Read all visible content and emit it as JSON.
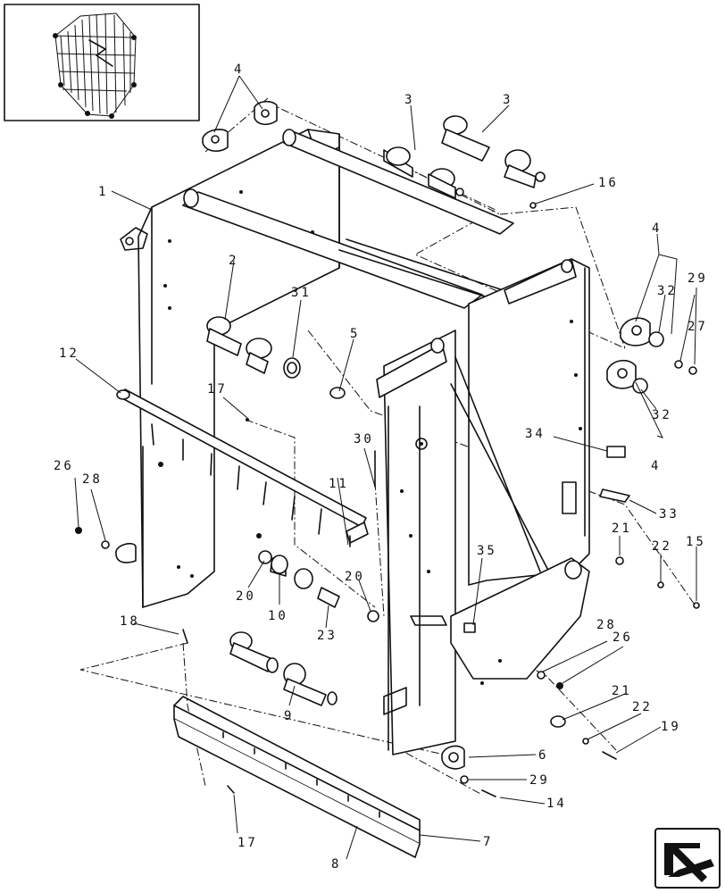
{
  "diagram": {
    "kind": "exploded parts view",
    "callouts": [
      {
        "id": "c1",
        "label": "1"
      },
      {
        "id": "c2",
        "label": "2"
      },
      {
        "id": "c3a",
        "label": "3"
      },
      {
        "id": "c3b",
        "label": "3"
      },
      {
        "id": "c4a",
        "label": "4"
      },
      {
        "id": "c4b",
        "label": "4"
      },
      {
        "id": "c4c",
        "label": "4"
      },
      {
        "id": "c5",
        "label": "5"
      },
      {
        "id": "c6",
        "label": "6"
      },
      {
        "id": "c7",
        "label": "7"
      },
      {
        "id": "c8",
        "label": "8"
      },
      {
        "id": "c9",
        "label": "9"
      },
      {
        "id": "c10",
        "label": "10"
      },
      {
        "id": "c11",
        "label": "11"
      },
      {
        "id": "c12",
        "label": "12"
      },
      {
        "id": "c14",
        "label": "14"
      },
      {
        "id": "c15",
        "label": "15"
      },
      {
        "id": "c16",
        "label": "16"
      },
      {
        "id": "c17a",
        "label": "17"
      },
      {
        "id": "c17b",
        "label": "17"
      },
      {
        "id": "c18",
        "label": "18"
      },
      {
        "id": "c19",
        "label": "19"
      },
      {
        "id": "c20a",
        "label": "20"
      },
      {
        "id": "c20b",
        "label": "20"
      },
      {
        "id": "c21a",
        "label": "21"
      },
      {
        "id": "c21b",
        "label": "21"
      },
      {
        "id": "c22a",
        "label": "22"
      },
      {
        "id": "c22b",
        "label": "22"
      },
      {
        "id": "c23",
        "label": "23"
      },
      {
        "id": "c26a",
        "label": "26"
      },
      {
        "id": "c26b",
        "label": "26"
      },
      {
        "id": "c27",
        "label": "27"
      },
      {
        "id": "c28a",
        "label": "28"
      },
      {
        "id": "c28b",
        "label": "28"
      },
      {
        "id": "c29a",
        "label": "29"
      },
      {
        "id": "c29b",
        "label": "29"
      },
      {
        "id": "c30",
        "label": "30"
      },
      {
        "id": "c31",
        "label": "31"
      },
      {
        "id": "c32a",
        "label": "32"
      },
      {
        "id": "c32b",
        "label": "32"
      },
      {
        "id": "c33",
        "label": "33"
      },
      {
        "id": "c34",
        "label": "34"
      },
      {
        "id": "c35",
        "label": "35"
      }
    ]
  },
  "thumbnail": {
    "icon": "baler-chamber-thumbnail-icon"
  },
  "corner_icon": {
    "icon": "next-page-arrow-icon"
  }
}
